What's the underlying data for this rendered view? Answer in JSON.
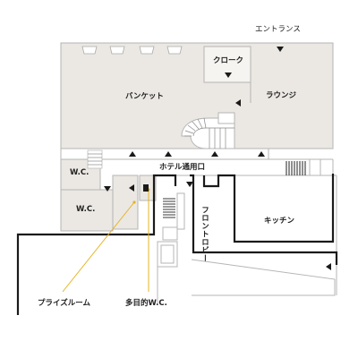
{
  "labels": {
    "entrance": "エントランス",
    "cloak": "クローク",
    "banquet": "バンケット",
    "lounge": "ラウンジ",
    "hotel_entrance": "ホテル通用口",
    "wc_upper": "W.C.",
    "wc_lower": "W.C.",
    "kitchen": "キッチン",
    "front_lobby": "フロントロビー",
    "prize_room": "プライズルーム",
    "multi_wc": "多目的W.C."
  },
  "colors": {
    "room_fill": "#ebe8e3",
    "wall": "#1a1a1a",
    "thin_line": "#b5b5b5",
    "leader": "#e6b422"
  },
  "icons": {
    "arrow": "triangle",
    "column": "trapezoid"
  }
}
